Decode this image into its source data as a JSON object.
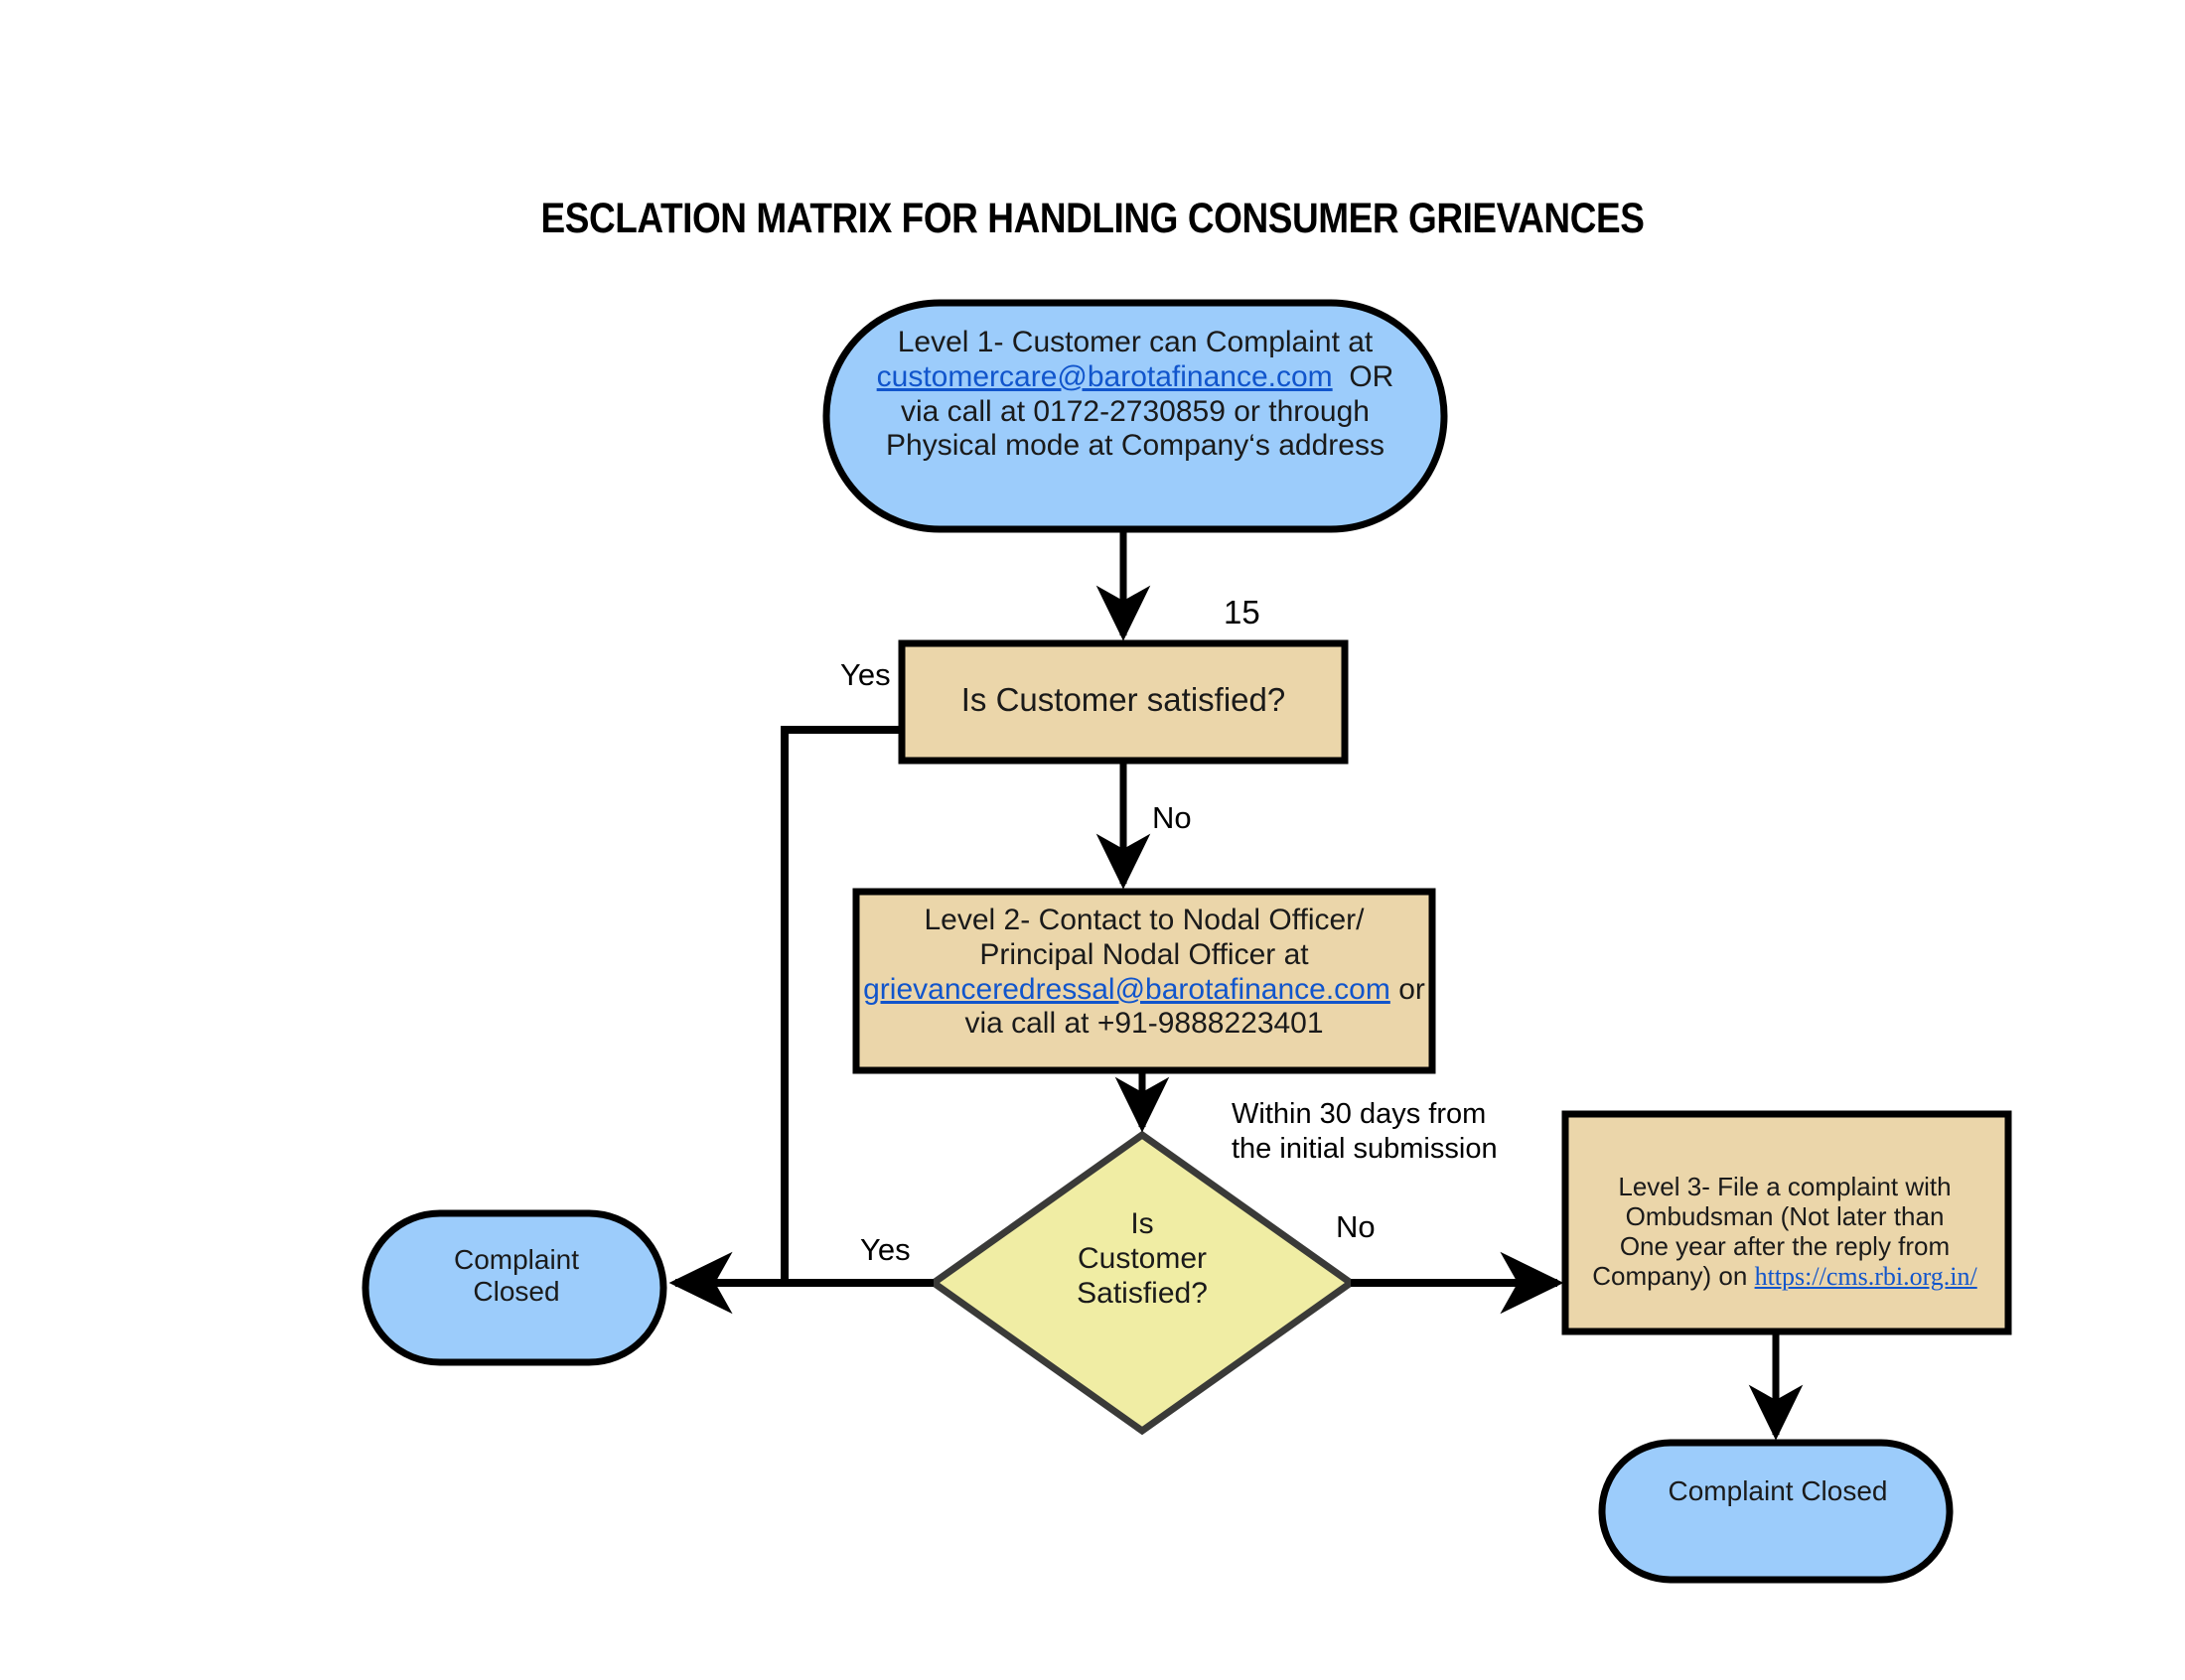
{
  "title": "ESCLATION MATRIX FOR HANDLING CONSUMER GRIEVANCES",
  "colors": {
    "blue_fill": "#9CCCFB",
    "tan_fill": "#EBD6AA",
    "yellow_fill": "#F0EDA4",
    "stroke_black": "#000000",
    "stroke_gray": "#3A3A38",
    "link_blue": "#1155CC",
    "text": "#1A1A1A",
    "background": "#FFFFFF"
  },
  "nodes": {
    "level1": {
      "shape": "stadium",
      "lines": [
        "Level 1- Customer can Complaint at",
        "customercare@barotafinance.com  OR",
        "via call at 0172-2730859 or through",
        "Physical mode at Company‘s address"
      ],
      "link": "customercare@barotafinance.com"
    },
    "decision1": {
      "shape": "rectangle",
      "lines": [
        "Is Customer satisfied?"
      ]
    },
    "level2": {
      "shape": "rectangle",
      "lines": [
        "Level 2- Contact to Nodal Officer/",
        "Principal Nodal Officer at",
        "grievanceredressal@barotafinance.com or",
        "via call at +91-9888223401"
      ],
      "link": "grievanceredressal@barotafinance.com"
    },
    "decision2": {
      "shape": "diamond",
      "lines": [
        "Is",
        "Customer",
        "Satisfied?"
      ]
    },
    "level3": {
      "shape": "rectangle",
      "lines": [
        "Level 3- File a complaint with",
        "Ombudsman (Not later than",
        "One year after the reply from",
        "Company) on https://cms.rbi.org.in/"
      ],
      "link": "https://cms.rbi.org.in/"
    },
    "complaint_closed_left": {
      "shape": "stadium",
      "lines": [
        "Complaint",
        "Closed"
      ]
    },
    "complaint_closed_right": {
      "shape": "stadium",
      "lines": [
        "Complaint Closed"
      ]
    }
  },
  "edge_labels": {
    "days_15": "15",
    "yes_1": "Yes",
    "no_1": "No",
    "within_30_days_line1": "Within 30 days from",
    "within_30_days_line2": "the initial submission",
    "yes_2": "Yes",
    "no_2": "No"
  }
}
